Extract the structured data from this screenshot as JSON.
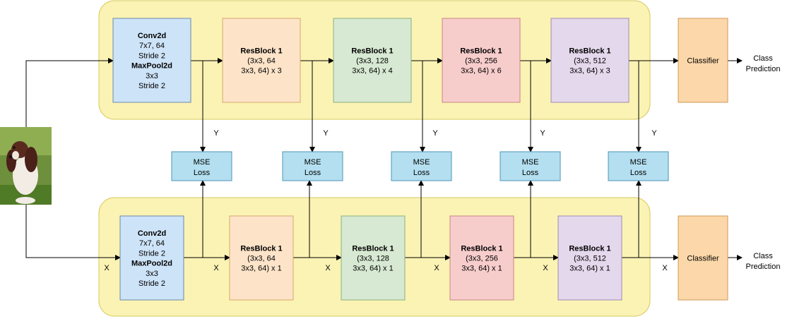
{
  "top_row": {
    "stem": {
      "lines": [
        "Conv2d",
        "7x7, 64",
        "Stride 2",
        "MaxPool2d",
        "3x3",
        "Stride 2"
      ],
      "bold_lines": [
        0,
        3
      ]
    },
    "blocks": [
      {
        "title": "ResBlock 1",
        "line1": "(3x3, 64",
        "line2": "3x3, 64) x 3"
      },
      {
        "title": "ResBlock 1",
        "line1": "(3x3, 128",
        "line2": "3x3, 64) x 4"
      },
      {
        "title": "ResBlock 1",
        "line1": "(3x3, 256",
        "line2": "3x3, 64) x 6"
      },
      {
        "title": "ResBlock 1",
        "line1": "(3x3, 512",
        "line2": "3x3, 64) x 3"
      }
    ],
    "classifier": "Classifier",
    "output": [
      "Class",
      "Prediction"
    ]
  },
  "bottom_row": {
    "stem": {
      "lines": [
        "Conv2d",
        "7x7, 64",
        "Stride 2",
        "MaxPool2d",
        "3x3",
        "Stride 2"
      ],
      "bold_lines": [
        0,
        3
      ]
    },
    "blocks": [
      {
        "title": "ResBlock 1",
        "line1": "(3x3, 64",
        "line2": "3x3, 64) x 1"
      },
      {
        "title": "ResBlock 1",
        "line1": "(3x3, 128",
        "line2": "3x3, 64) x 1"
      },
      {
        "title": "ResBlock 1",
        "line1": "(3x3, 256",
        "line2": "3x3, 64) x 1"
      },
      {
        "title": "ResBlock 1",
        "line1": "(3x3, 512",
        "line2": "3x3, 64) x 1"
      }
    ],
    "classifier": "Classifier",
    "output": [
      "Class",
      "Prediction"
    ]
  },
  "loss": {
    "line1": "MSE",
    "line2": "Loss"
  },
  "labels": {
    "y": "Y",
    "x": "X"
  }
}
